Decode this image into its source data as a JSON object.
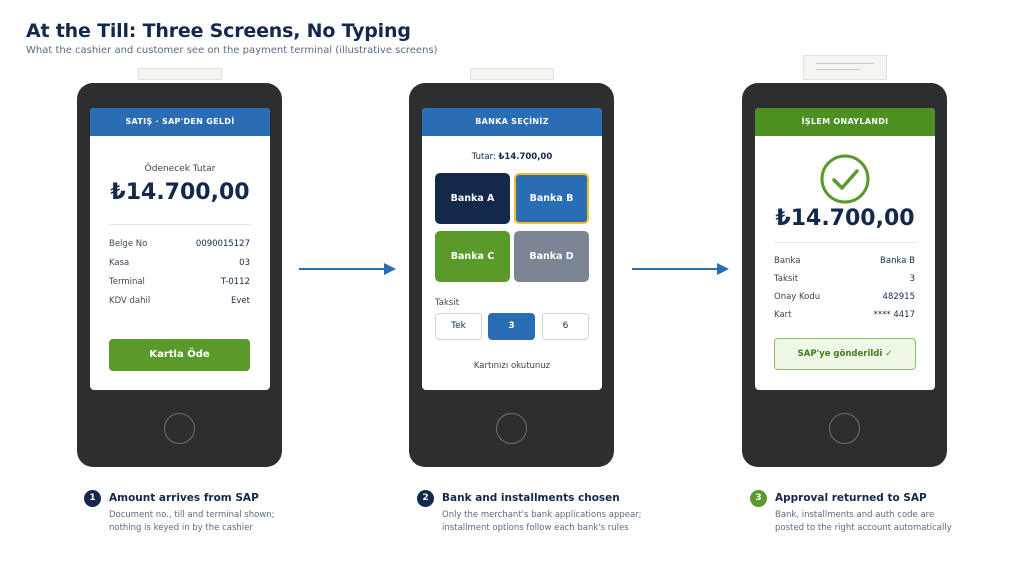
{
  "title": "At the Till: Three Screens, No Typing",
  "subtitle": "What the cashier and customer see on the payment terminal (illustrative screens)",
  "colors": {
    "navy": "#13294b",
    "blue": "#2a6db5",
    "green": "#5a9a2b",
    "header_green": "#4e8f22",
    "yellow_highlight": "#f2c02d",
    "terminal_body": "#2d2e30"
  },
  "screen1": {
    "header": "SATIŞ · SAP'DEN GELDİ",
    "amount_label": "Ödenecek Tutar",
    "amount": "₺14.700,00",
    "rows": [
      {
        "label": "Belge No",
        "value": "0090015127"
      },
      {
        "label": "Kasa",
        "value": "03"
      },
      {
        "label": "Terminal",
        "value": "T-0112"
      },
      {
        "label": "KDV dahil",
        "value": "Evet"
      }
    ],
    "button": "Kartla Öde"
  },
  "screen2": {
    "header": "BANKA SEÇİNİZ",
    "amount_label": "Tutar: ",
    "amount": "₺14.700,00",
    "banks": [
      {
        "label": "Banka A",
        "color": "#13294b",
        "selected": false
      },
      {
        "label": "Banka B",
        "color": "#2a6db5",
        "selected": true
      },
      {
        "label": "Banka C",
        "color": "#5a9a2b",
        "selected": false
      },
      {
        "label": "Banka D",
        "color": "#7c8593",
        "selected": false
      }
    ],
    "installment_label": "Taksit",
    "installments": [
      {
        "label": "Tek",
        "selected": false
      },
      {
        "label": "3",
        "selected": true
      },
      {
        "label": "6",
        "selected": false
      }
    ],
    "prompt": "Kartınızı okutunuz"
  },
  "screen3": {
    "header": "İŞLEM ONAYLANDI",
    "icon": "check-circle-icon",
    "amount": "₺14.700,00",
    "rows": [
      {
        "label": "Banka",
        "value": "Banka B"
      },
      {
        "label": "Taksit",
        "value": "3"
      },
      {
        "label": "Onay Kodu",
        "value": "482915"
      },
      {
        "label": "Kart",
        "value": "**** 4417"
      }
    ],
    "badge": "SAP'ye gönderildi ✓"
  },
  "steps": [
    {
      "number": "1",
      "color": "#13294b",
      "title": "Amount arrives from SAP",
      "desc_line1": "Document no., till and terminal shown;",
      "desc_line2": "nothing is keyed in by the cashier"
    },
    {
      "number": "2",
      "color": "#13294b",
      "title": "Bank and installments chosen",
      "desc_line1": "Only the merchant's bank applications appear;",
      "desc_line2": "installment options follow each bank's rules"
    },
    {
      "number": "3",
      "color": "#5a9a2b",
      "title": "Approval returned to SAP",
      "desc_line1": "Bank, installments and auth code are",
      "desc_line2": "posted to the right account automatically"
    }
  ]
}
